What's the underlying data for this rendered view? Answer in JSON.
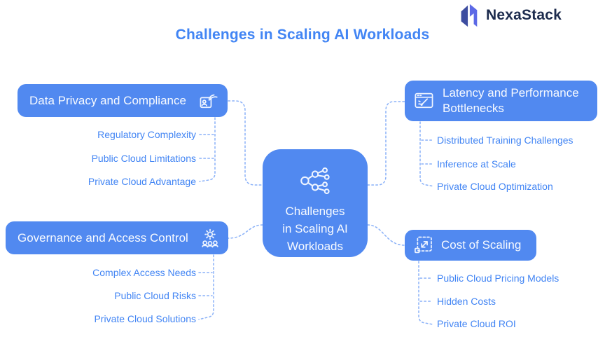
{
  "brand": {
    "name": "NexaStack"
  },
  "title": "Challenges in Scaling AI Workloads",
  "center_node": {
    "icon": "network-graph-icon",
    "label": "Challenges in Scaling AI Workloads",
    "label_lines": [
      "Challenges",
      "in Scaling AI",
      "Workloads"
    ]
  },
  "branches": {
    "data_privacy": {
      "label": "Data Privacy and Compliance",
      "icon": "id-card-signature-icon",
      "items": [
        "Regulatory Complexity",
        "Public Cloud Limitations",
        "Private Cloud Advantage"
      ]
    },
    "latency": {
      "label": "Latency and Performance Bottlenecks",
      "icon": "performance-gauge-icon",
      "items": [
        "Distributed Training Challenges",
        "Inference at Scale",
        "Private Cloud Optimization"
      ]
    },
    "governance": {
      "label": "Governance and Access Control",
      "icon": "users-gear-icon",
      "items": [
        "Complex Access Needs",
        "Public Cloud Risks",
        "Private Cloud Solutions"
      ]
    },
    "cost": {
      "label": "Cost of Scaling",
      "icon": "scale-expand-icon",
      "items": [
        "Public Cloud Pricing Models",
        "Hidden Costs",
        "Private Cloud ROI"
      ]
    }
  },
  "colors": {
    "node_blue": "#5189f0",
    "accent_blue": "#4285f4",
    "connector_blue": "#8ab1f8",
    "logo_dark": "#3d4da0",
    "logo_light": "#5c69e6",
    "logo_text": "#1c2b4d"
  }
}
